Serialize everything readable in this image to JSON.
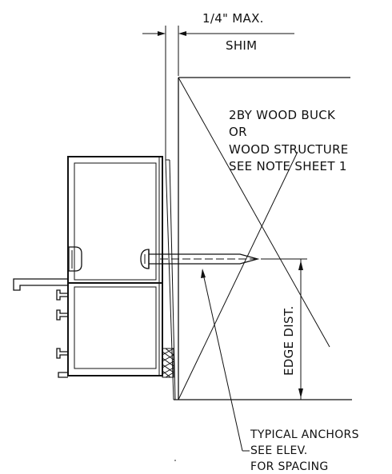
{
  "dimensions": {
    "shim_max": "1/4\" MAX.",
    "shim_label": "SHIM",
    "edge_distance": "EDGE DIST."
  },
  "notes": {
    "buck_line1": "2BY WOOD BUCK",
    "buck_line2": "OR",
    "buck_line3": "WOOD STRUCTURE",
    "buck_line4": "SEE NOTE SHEET 1",
    "anchor_line1": "TYPICAL ANCHORS",
    "anchor_line2": "SEE ELEV.",
    "anchor_line3": "FOR SPACING"
  },
  "colors": {
    "ink": "#111111",
    "paper": "#ffffff"
  }
}
